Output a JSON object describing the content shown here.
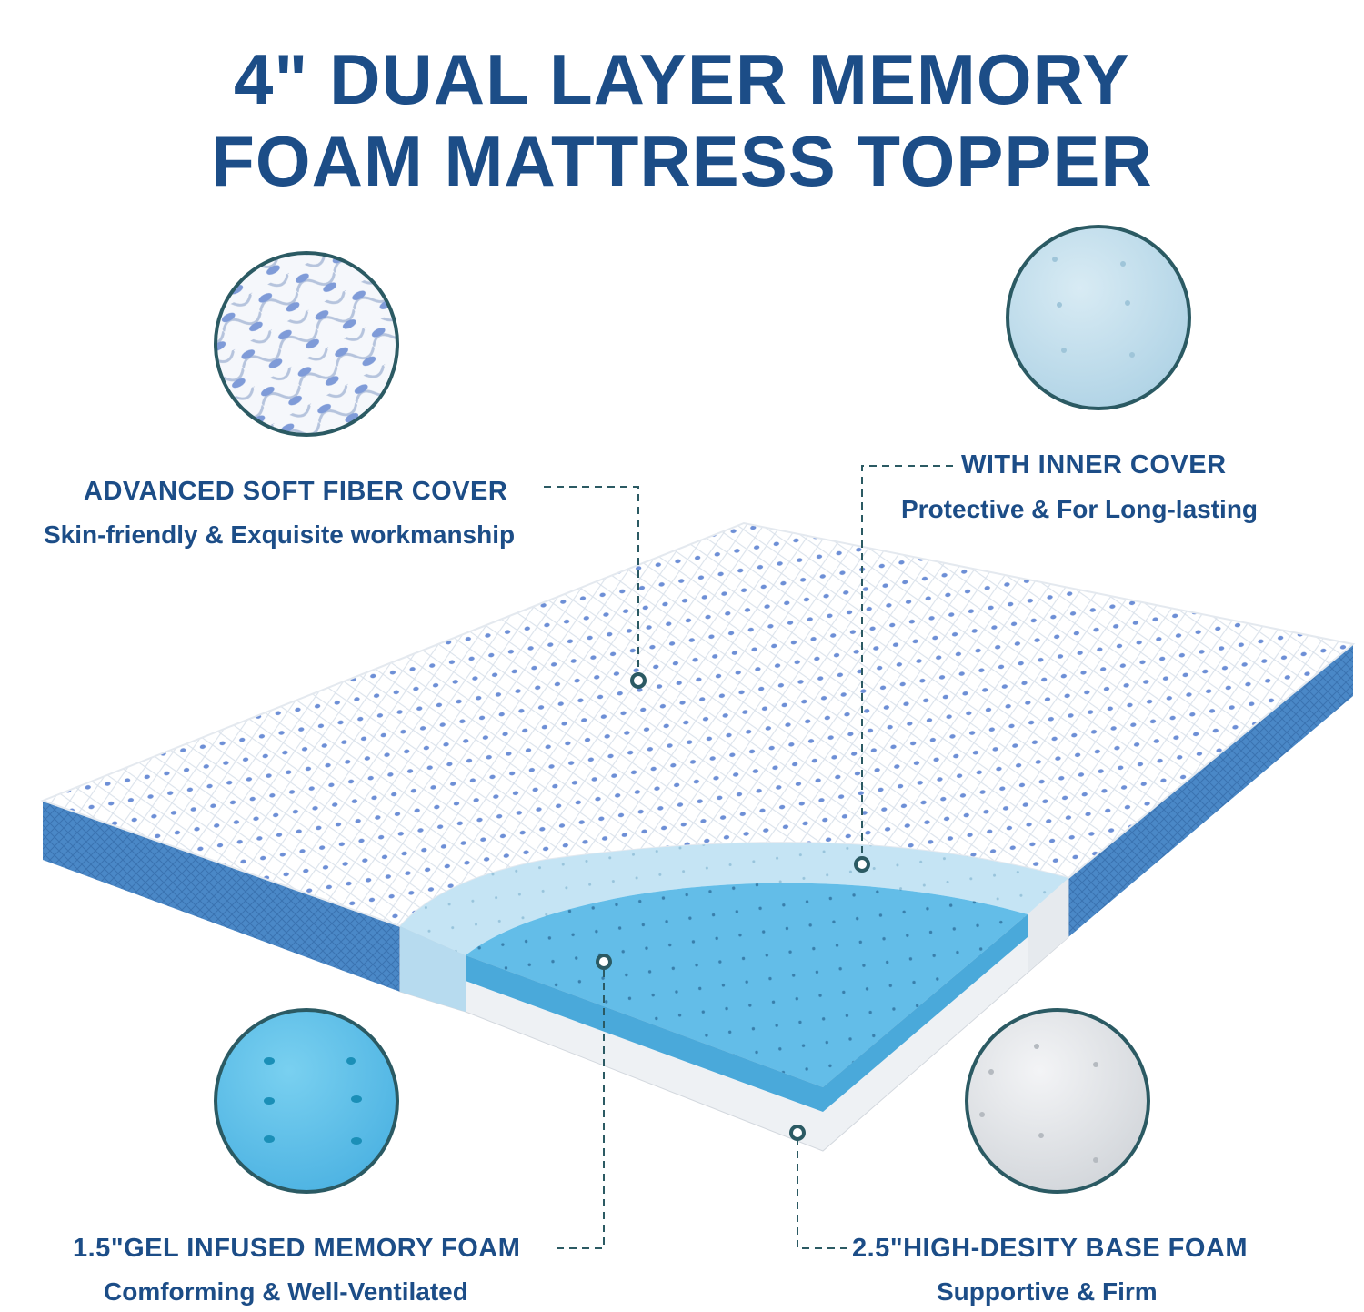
{
  "title": {
    "line1": "4\" DUAL LAYER MEMORY",
    "line2": "FOAM MATTRESS TOPPER"
  },
  "features": {
    "cover": {
      "heading": "ADVANCED SOFT FIBER COVER",
      "sub": "Skin-friendly & Exquisite workmanship"
    },
    "inner_cover": {
      "heading": "WITH INNER COVER",
      "sub": "Protective & For Long-lasting"
    },
    "gel_foam": {
      "heading": "1.5\"GEL INFUSED MEMORY FOAM",
      "sub": "Comforming & Well-Ventilated"
    },
    "base_foam": {
      "heading": "2.5\"HIGH-DESITY BASE FOAM",
      "sub": "Supportive & Firm"
    }
  },
  "colors": {
    "brand_blue": "#1c4d87",
    "leader_line": "#2b5a63",
    "side_fabric": "#4a88c7",
    "gel_blue": "#5ab8e6",
    "inner_cover_blue": "#bfe1f3",
    "base_white": "#f1f4f7"
  }
}
